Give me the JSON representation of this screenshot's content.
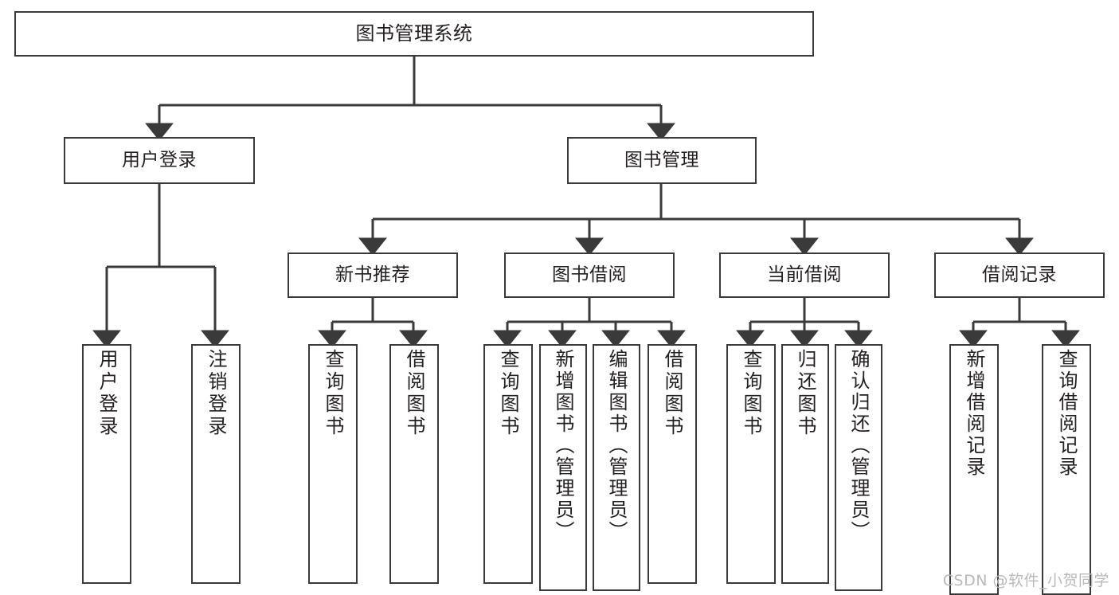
{
  "diagram": {
    "title": "图书管理系统",
    "type": "tree",
    "colors": {
      "stroke": "#3a3a3a",
      "fill": "#ffffff",
      "text": "#231f20",
      "watermark": "#b9b9b9"
    },
    "root": {
      "label": "图书管理系统"
    },
    "level2": [
      {
        "label": "用户登录"
      },
      {
        "label": "图书管理"
      }
    ],
    "level3": [
      {
        "label": "新书推荐"
      },
      {
        "label": "图书借阅"
      },
      {
        "label": "当前借阅"
      },
      {
        "label": "借阅记录"
      }
    ],
    "leaves": {
      "user_login": [
        {
          "label": "用户登录"
        },
        {
          "label": "注销登录"
        }
      ],
      "new_book_recommend": [
        {
          "label": "查询图书"
        },
        {
          "label": "借阅图书"
        }
      ],
      "book_borrow": [
        {
          "label": "查询图书"
        },
        {
          "label": "新增图书（管理员）"
        },
        {
          "label": "编辑图书（管理员）"
        },
        {
          "label": "借阅图书"
        }
      ],
      "current_borrow": [
        {
          "label": "查询图书"
        },
        {
          "label": "归还图书"
        },
        {
          "label": "确认归还（管理员）"
        }
      ],
      "borrow_record": [
        {
          "label": "新增借阅记录"
        },
        {
          "label": "查询借阅记录"
        }
      ]
    }
  },
  "watermark": {
    "text": "CSDN @软件_小贺同学"
  }
}
